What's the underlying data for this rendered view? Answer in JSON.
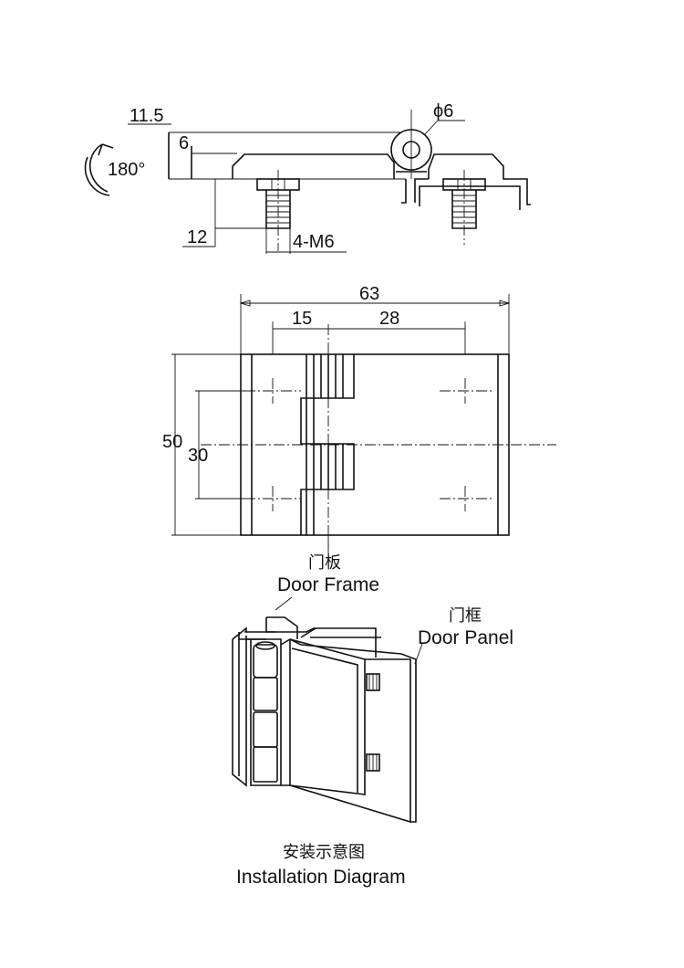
{
  "side_view": {
    "dim_total_height": "11.5",
    "dim_plate": "6",
    "dim_pin": "ϕ6",
    "dim_rotation": "180°",
    "dim_stud_length": "12",
    "dim_thread": "4-M6"
  },
  "front_view": {
    "dim_width": "63",
    "dim_offset_left": "15",
    "dim_offset_right": "28",
    "dim_height": "50",
    "dim_hole_spacing": "30",
    "label_cn": "门板",
    "label_en": "Door Frame"
  },
  "iso_view": {
    "label_cn": "门框",
    "label_en": "Door Panel",
    "caption_cn": "安装示意图",
    "caption_en": "Installation Diagram"
  }
}
